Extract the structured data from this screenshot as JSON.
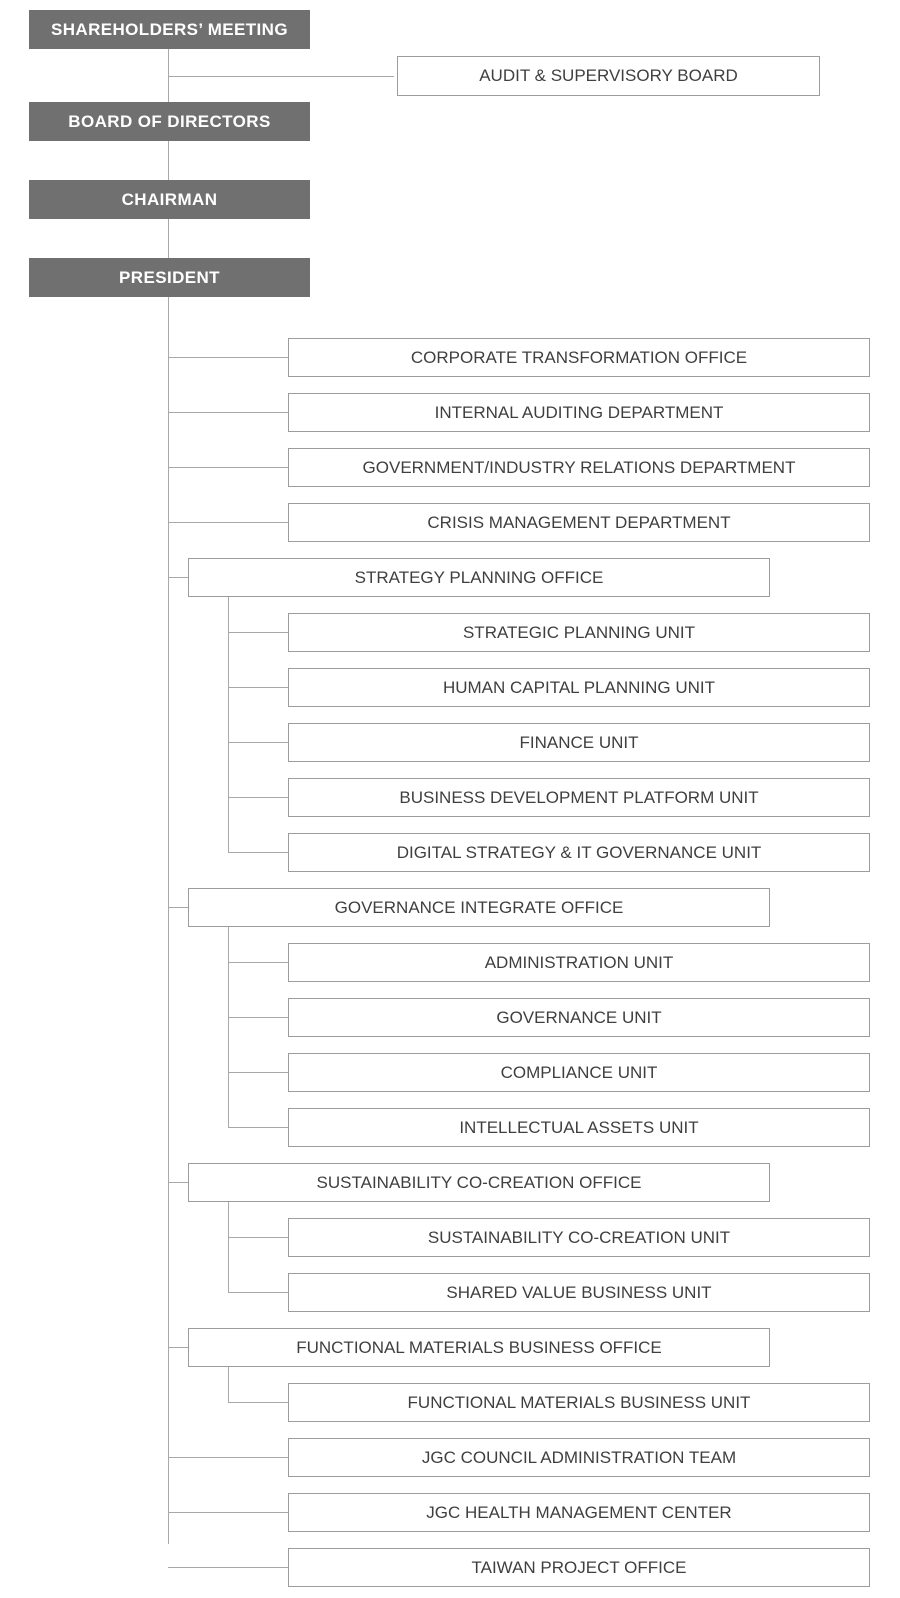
{
  "colors": {
    "top_box_fill": "#707070",
    "top_box_text": "#ffffff",
    "unit_box_border": "#9c9c9c",
    "unit_box_text": "#3f3f3f",
    "connector": "#a8a8a8"
  },
  "top": {
    "shareholders": "SHAREHOLDERS’ MEETING",
    "audit_board": "AUDIT & SUPERVISORY BOARD",
    "board": "BOARD OF DIRECTORS",
    "chairman": "CHAIRMAN",
    "president": "PRESIDENT"
  },
  "direct": {
    "corporate_transformation": "CORPORATE TRANSFORMATION OFFICE",
    "internal_auditing": "INTERNAL AUDITING DEPARTMENT",
    "gov_industry": "GOVERNMENT/INDUSTRY RELATIONS DEPARTMENT",
    "crisis": "CRISIS MANAGEMENT DEPARTMENT"
  },
  "strategy": {
    "office": "STRATEGY PLANNING OFFICE",
    "units": [
      "STRATEGIC PLANNING UNIT",
      "HUMAN CAPITAL PLANNING UNIT",
      "FINANCE UNIT",
      "BUSINESS DEVELOPMENT PLATFORM UNIT",
      "DIGITAL STRATEGY & IT GOVERNANCE UNIT"
    ]
  },
  "governance": {
    "office": "GOVERNANCE INTEGRATE OFFICE",
    "units": [
      "ADMINISTRATION UNIT",
      "GOVERNANCE UNIT",
      "COMPLIANCE UNIT",
      "INTELLECTUAL ASSETS UNIT"
    ]
  },
  "sustainability": {
    "office": "SUSTAINABILITY CO-CREATION OFFICE",
    "units": [
      "SUSTAINABILITY CO-CREATION UNIT",
      "SHARED VALUE BUSINESS UNIT"
    ]
  },
  "functional": {
    "office": "FUNCTIONAL MATERIALS BUSINESS OFFICE",
    "units": [
      "FUNCTIONAL MATERIALS BUSINESS UNIT"
    ]
  },
  "tail": {
    "council": "JGC COUNCIL ADMINISTRATION TEAM",
    "health": "JGC HEALTH MANAGEMENT CENTER",
    "taiwan": "TAIWAN PROJECT OFFICE"
  }
}
